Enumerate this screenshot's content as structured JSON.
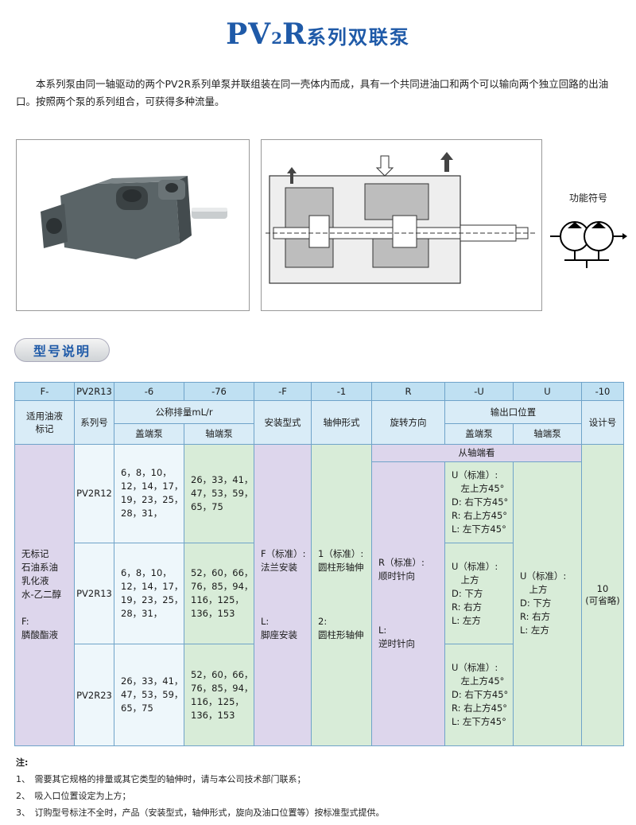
{
  "title": {
    "main_a": "PV",
    "main_sub": "2",
    "main_b": "R",
    "suffix": "系列双联泵"
  },
  "intro": "本系列泵由同一轴驱动的两个PV2R系列单泵并联组装在同一壳体内而成，具有一个共同进油口和两个可以输向两个独立回路的出油口。按照两个泵的系列组合，可获得多种流量。",
  "symbol_label": "功能符号",
  "section_title": "型号说明",
  "code_row": [
    "F-",
    "PV2R13",
    "-6",
    "-76",
    "-F",
    "-1",
    "R",
    "-U",
    "U",
    "-10"
  ],
  "headers": {
    "oil": "适用油液\n标记",
    "series": "系列号",
    "displacement": "公称排量mL/r",
    "cover_pump": "盖端泵",
    "shaft_pump": "轴端泵",
    "mounting": "安装型式",
    "shaft_ext": "轴伸形式",
    "rotation": "旋转方向",
    "outlet": "输出口位置",
    "outlet_cover": "盖端泵",
    "outlet_shaft": "轴端泵",
    "design": "设计号"
  },
  "view_from_shaft": "从轴端看",
  "oil_options": "无标记\n石油系油\n乳化液\n水-乙二醇\n\nF:\n膦酸酯液",
  "rows": [
    {
      "series": "PV2R12",
      "cover": "6，8，10，\n12，14，17，\n19，23，25，\n28，31，",
      "shaft": "26，33，41，\n47，53，59，\n65，75",
      "outlet_cover": "U（标准）:\n　左上方45°\nD: 右下方45°\nR: 右上方45°\nL: 左下方45°"
    },
    {
      "series": "PV2R13",
      "cover": "6，8，10，\n12，14，17，\n19，23，25，\n28，31，",
      "shaft": "52，60，66，\n76，85，94，\n116，125，\n136，153",
      "outlet_cover": "U（标准）:\n　上方\nD: 下方\nR: 右方\nL: 左方"
    },
    {
      "series": "PV2R23",
      "cover": "26，33，41，\n47，53，59，\n65，75",
      "shaft": "52，60，66，\n76，85，94，\n116，125，\n136，153",
      "outlet_cover": "U（标准）:\n　左上方45°\nD: 右下方45°\nR: 右上方45°\nL: 左下方45°"
    }
  ],
  "mounting": "F（标准）:\n法兰安装\n\n\n\nL:\n脚座安装",
  "shaft_ext": "1（标准）:\n圆柱形轴伸\n\n\n\n2:\n圆柱形轴伸",
  "rotation": "R（标准）:\n顺时针向\n\n\n\nL:\n逆时针向",
  "outlet_shaft": "U（标准）:\n　上方\nD: 下方\nR: 右方\nL: 左方",
  "design": "10\n(可省略)",
  "notes": {
    "heading": "注:",
    "items": [
      "1、　需要其它规格的排量或其它类型的轴伸时，请与本公司技术部门联系；",
      "2、　吸入口位置设定为上方；",
      "3、　订购型号标注不全时，产品（安装型式，轴伸形式，旋向及油口位置等）按标准型式提供。"
    ]
  }
}
